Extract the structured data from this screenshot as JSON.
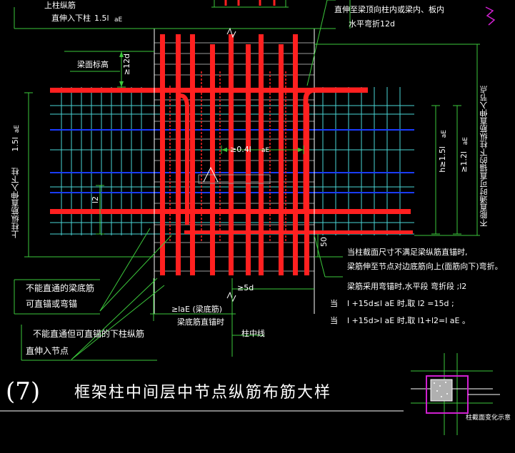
{
  "labels": {
    "upper_col_extend_a": "上柱纵筋",
    "upper_col_extend_b": "直伸入下柱",
    "upper_col_len": "1.5l",
    "upper_col_len_sub": "aE",
    "beam_top_elev": "梁面标高",
    "dim_12d": "≥12d",
    "straight_a": "直伸至梁顶向柱内或梁内、板内",
    "straight_b": "水平弯折12d",
    "left_vertical_a": "上柱纵筋直伸入下柱",
    "left_vertical_b": "1.5l",
    "left_vertical_c": "aE",
    "mid_dim": "≥0.4l",
    "mid_dim_sub": "aE",
    "l2": "l2",
    "right_h": "h≥1.5l",
    "right_h_sub": "aE",
    "right_12": "≥1.2l",
    "right_12_sub": "aE",
    "right_vertical": "不能直通时可直锚的下柱纵筋直伸入节点",
    "dim_50": "50",
    "note1": "当柱截面尺寸不满足梁纵筋直锚时,",
    "note2": "梁筋伸至节点对边底筋向上(面筋向下)弯折。",
    "note3": "梁筋采用弯锚时,水平段    弯折段    ;l2",
    "note4_a": "当",
    "note4_b": "l +15d≤l    aE    时,取  l2 =15d    ;",
    "note5_a": "当",
    "note5_b": "l +15d>l    aE    时,取  l1+l2=l    aE  。",
    "left_note1_a": "不能直通的梁底筋",
    "left_note1_b": "可直锚或弯锚",
    "left_note2_a": "不能直通但可直锚的下柱纵筋",
    "left_note2_b": "直伸入节点",
    "dim_5d": "≥5d",
    "lae_a": "≥laE (梁底筋)",
    "lae_b": "梁底筋直锚时",
    "center_line": "柱中线",
    "detail_no": "(7)",
    "title": "框架柱中间层中节点纵筋布筋大样",
    "small_caption": "柱截面变化示意"
  },
  "colors": {
    "background": "#000000",
    "rebar": "#ff2020",
    "stirrup": "#9a9a9a",
    "beam_bar": "#1a3cff",
    "cyan": "#4ad6d6",
    "green": "#3cc83c",
    "magenta": "#d020d0",
    "white": "#ffffff"
  }
}
